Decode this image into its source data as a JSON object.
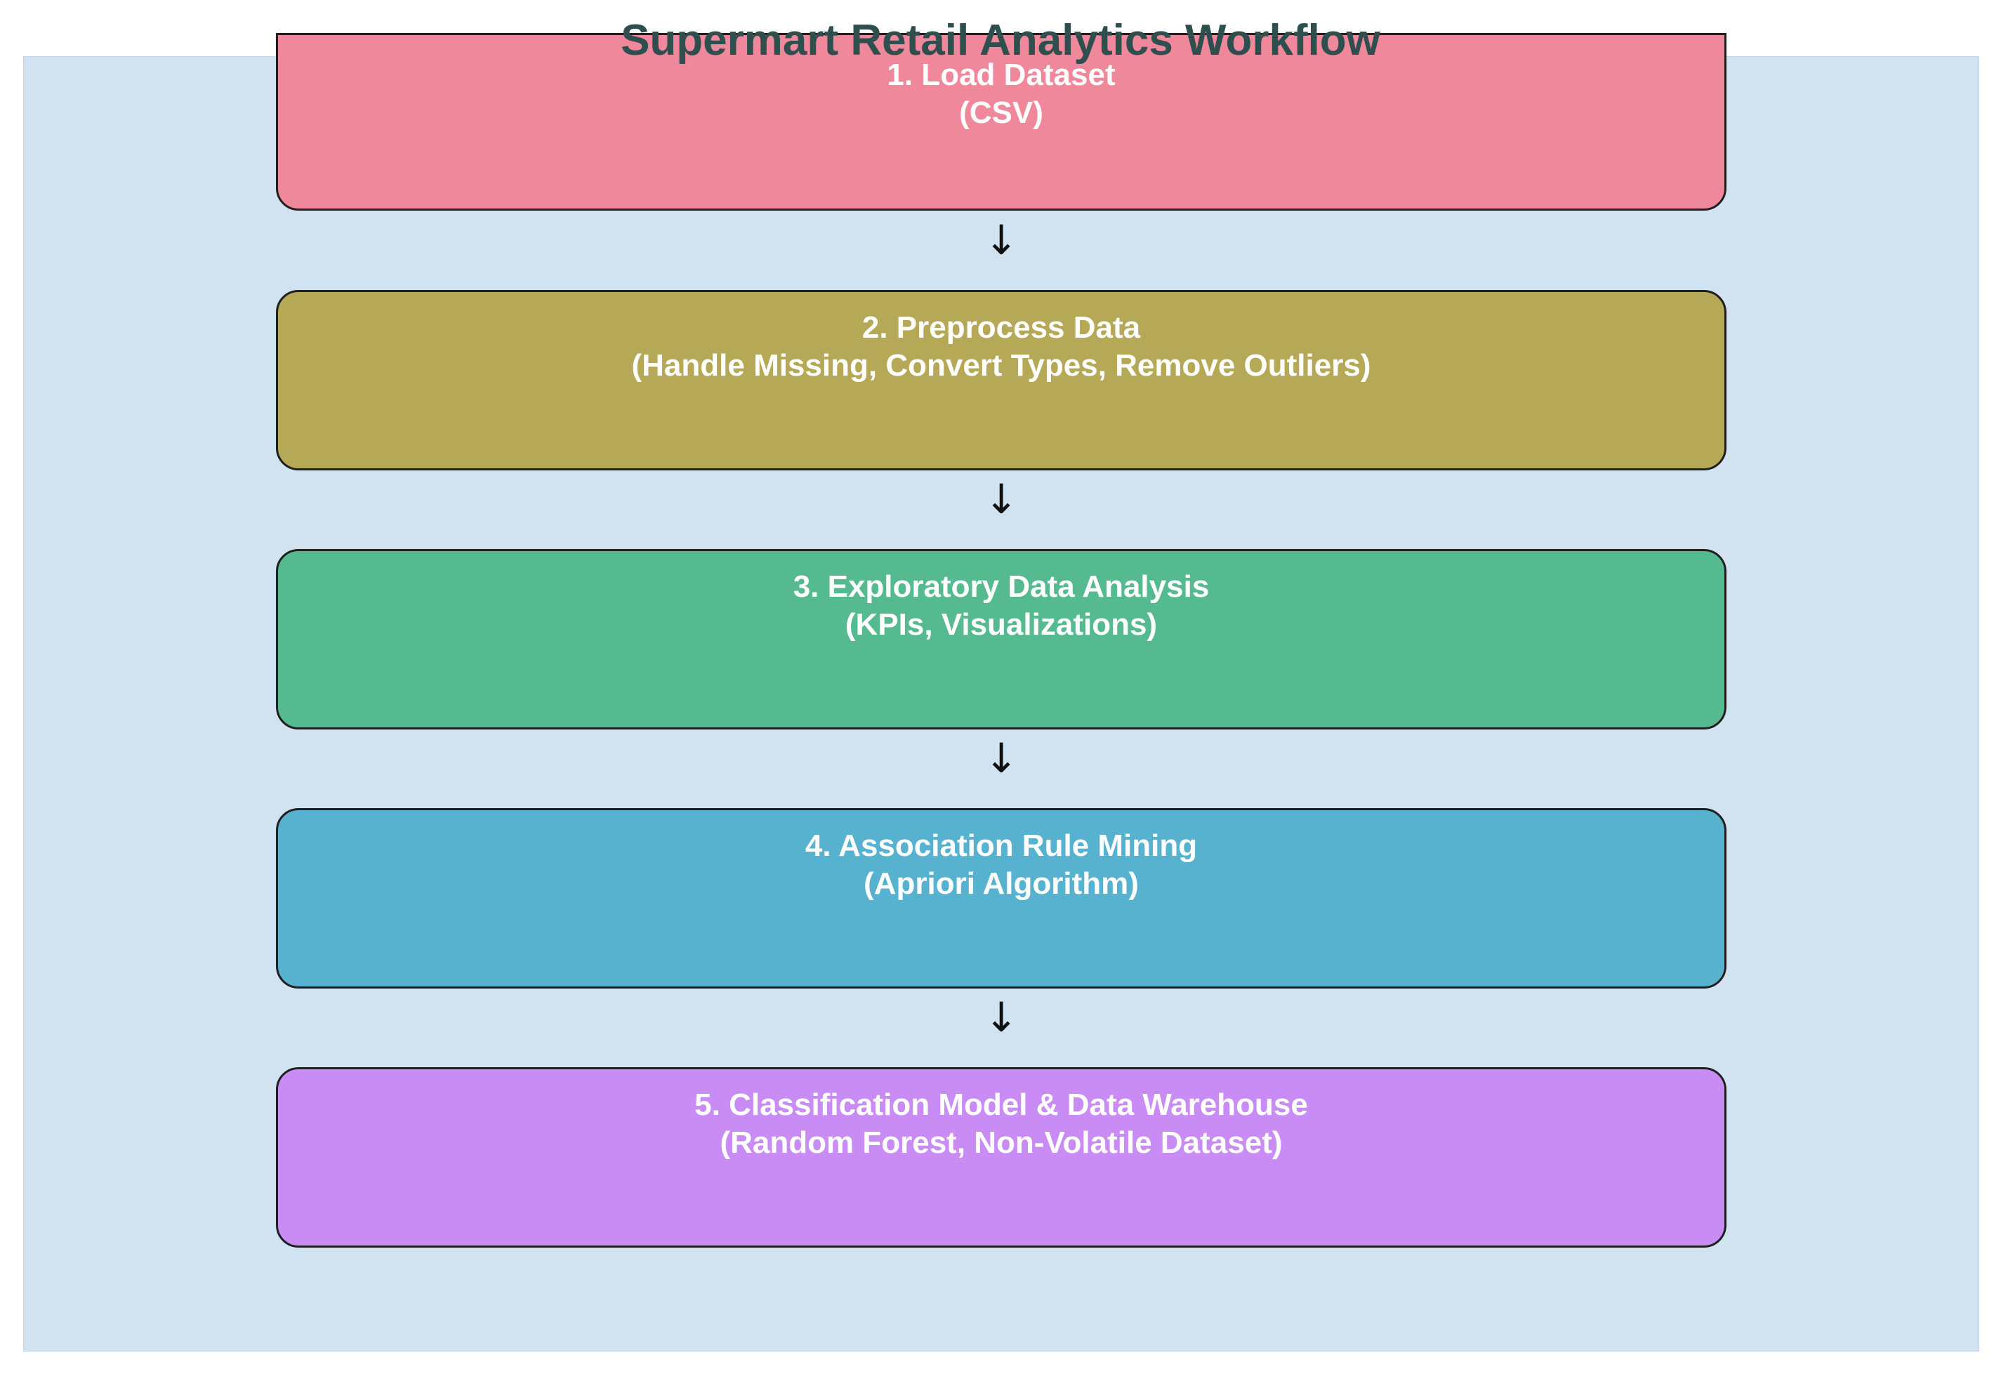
{
  "diagram": {
    "title": "Supermart Retail Analytics Workflow",
    "colors": {
      "panel_background": "#d1e2f1",
      "title_text": "#2f4f4f",
      "step_text": "#ffffff",
      "border": "#1f1f1f"
    },
    "arrow_glyph": "↓",
    "steps": [
      {
        "title": "1. Load Dataset",
        "detail": "(CSV)",
        "color": "#f0889c"
      },
      {
        "title": "2. Preprocess Data",
        "detail": "(Handle Missing, Convert Types, Remove Outliers)",
        "color": "#b5a957"
      },
      {
        "title": "3. Exploratory Data Analysis",
        "detail": "(KPIs, Visualizations)",
        "color": "#55ba90"
      },
      {
        "title": "4. Association Rule Mining",
        "detail": "(Apriori Algorithm)",
        "color": "#56b2cf"
      },
      {
        "title": "5. Classification Model & Data Warehouse",
        "detail": "(Random Forest, Non-Volatile Dataset)",
        "color": "#c98cf4"
      }
    ]
  }
}
